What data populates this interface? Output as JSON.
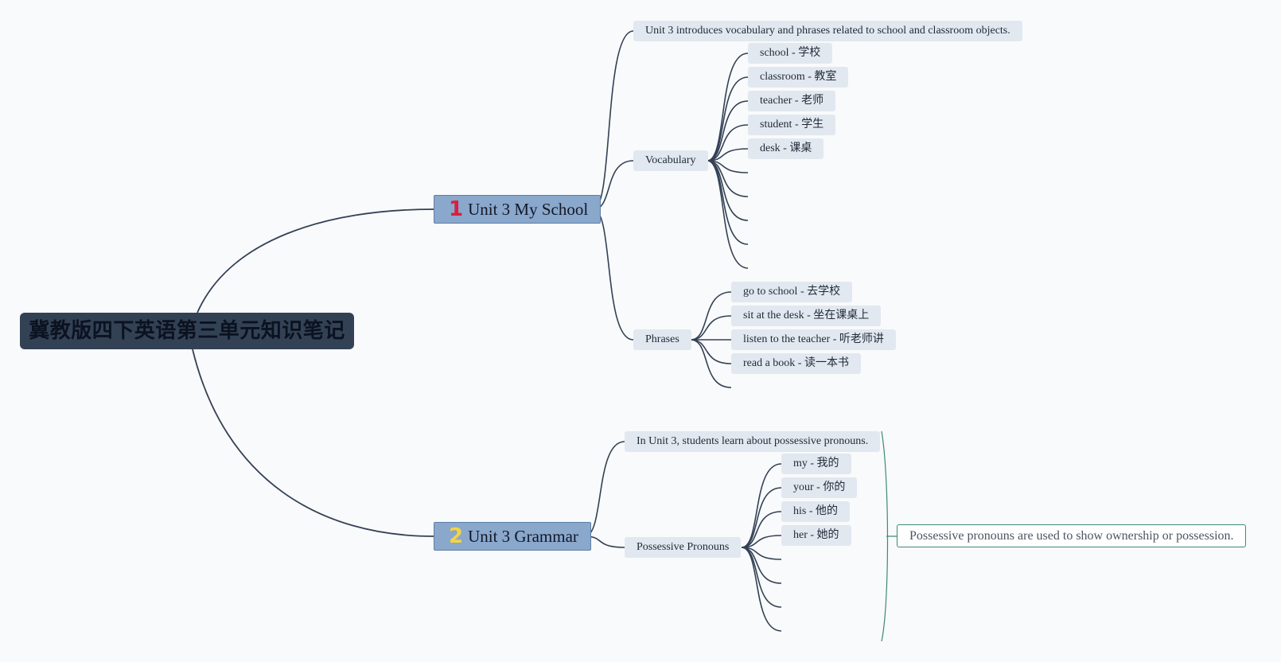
{
  "root": {
    "title": "冀教版四下英语第三单元知识笔记"
  },
  "branches": [
    {
      "marker": "1",
      "marker_color": "#dc1d3c",
      "title": "Unit 3 My School",
      "intro": "Unit 3 introduces vocabulary and phrases related to school and classroom objects.",
      "vocabulary": {
        "label": "Vocabulary",
        "items": [
          "school - 学校",
          "classroom - 教室",
          "teacher - 老师",
          "student - 学生",
          "desk - 课桌",
          "",
          "",
          "",
          "",
          ""
        ]
      },
      "phrases": {
        "label": "Phrases",
        "items": [
          "go to school - 去学校",
          "sit at the desk - 坐在课桌上",
          "listen to the teacher - 听老师讲",
          "read a book - 读一本书",
          ""
        ]
      }
    },
    {
      "marker": "2",
      "marker_color": "#f5d442",
      "title": "Unit 3 Grammar",
      "intro": "In Unit 3, students learn about possessive pronouns.",
      "pronouns": {
        "label": "Possessive Pronouns",
        "items": [
          "my - 我的",
          "your - 你的",
          "his - 他的",
          "her - 她的",
          "",
          "",
          "",
          ""
        ]
      },
      "summary": "Possessive pronouns are used to show ownership or possession."
    }
  ],
  "colors": {
    "background": "#f9fafb",
    "root_fill": "#334155",
    "main_fill": "#8aa7cc",
    "leaf_fill": "#e2e8f0",
    "link": "#334155",
    "summary_border": "#3d8a75"
  }
}
